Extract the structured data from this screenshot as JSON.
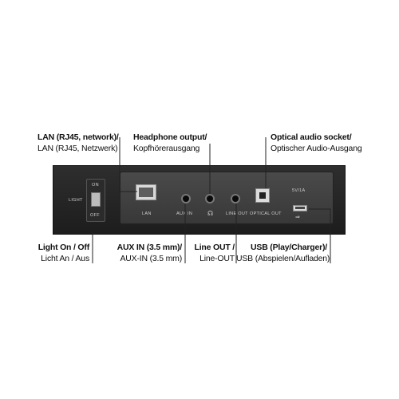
{
  "labels": {
    "lan": {
      "bold": "LAN (RJ45, network)/",
      "normal": "LAN (RJ45, Netzwerk)"
    },
    "headphone": {
      "bold": "Headphone output/",
      "normal": "Kopfhörerausgang"
    },
    "optical": {
      "bold": "Optical audio socket/",
      "normal": "Optischer Audio-Ausgang"
    },
    "light": {
      "bold": "Light On / Off",
      "normal": "Licht An / Aus"
    },
    "auxin": {
      "bold": "AUX IN (3.5 mm)/",
      "normal": "AUX-IN (3.5 mm)"
    },
    "lineout": {
      "bold": "Line OUT /",
      "normal": "Line-OUT"
    },
    "usb": {
      "bold": "USB (Play/Charger)/",
      "normal": "USB (Abspielen/Aufladen)"
    }
  },
  "device": {
    "switch_on": "ON",
    "switch_off": "OFF",
    "switch_light": "LIGHT",
    "port_lan": "LAN",
    "port_aux": "AUX IN",
    "port_line": "LINE OUT",
    "port_optical": "OPTICAL OUT",
    "usb_rating": "5V/1A"
  },
  "colors": {
    "device_body": "#242424",
    "port_panel": "#404040",
    "leader_line": "#222222"
  }
}
